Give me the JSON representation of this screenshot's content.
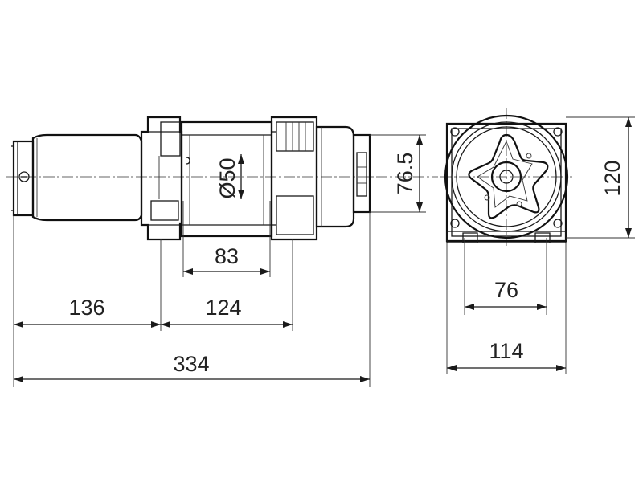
{
  "diagram": {
    "dimensions": {
      "overall_length": "334",
      "motor_length": "136",
      "frame_length": "124",
      "drum_length": "83",
      "drum_diameter": "Ø50",
      "mount_height": "76.5",
      "total_height": "120",
      "bolt_spacing": "76",
      "total_width": "114"
    }
  }
}
